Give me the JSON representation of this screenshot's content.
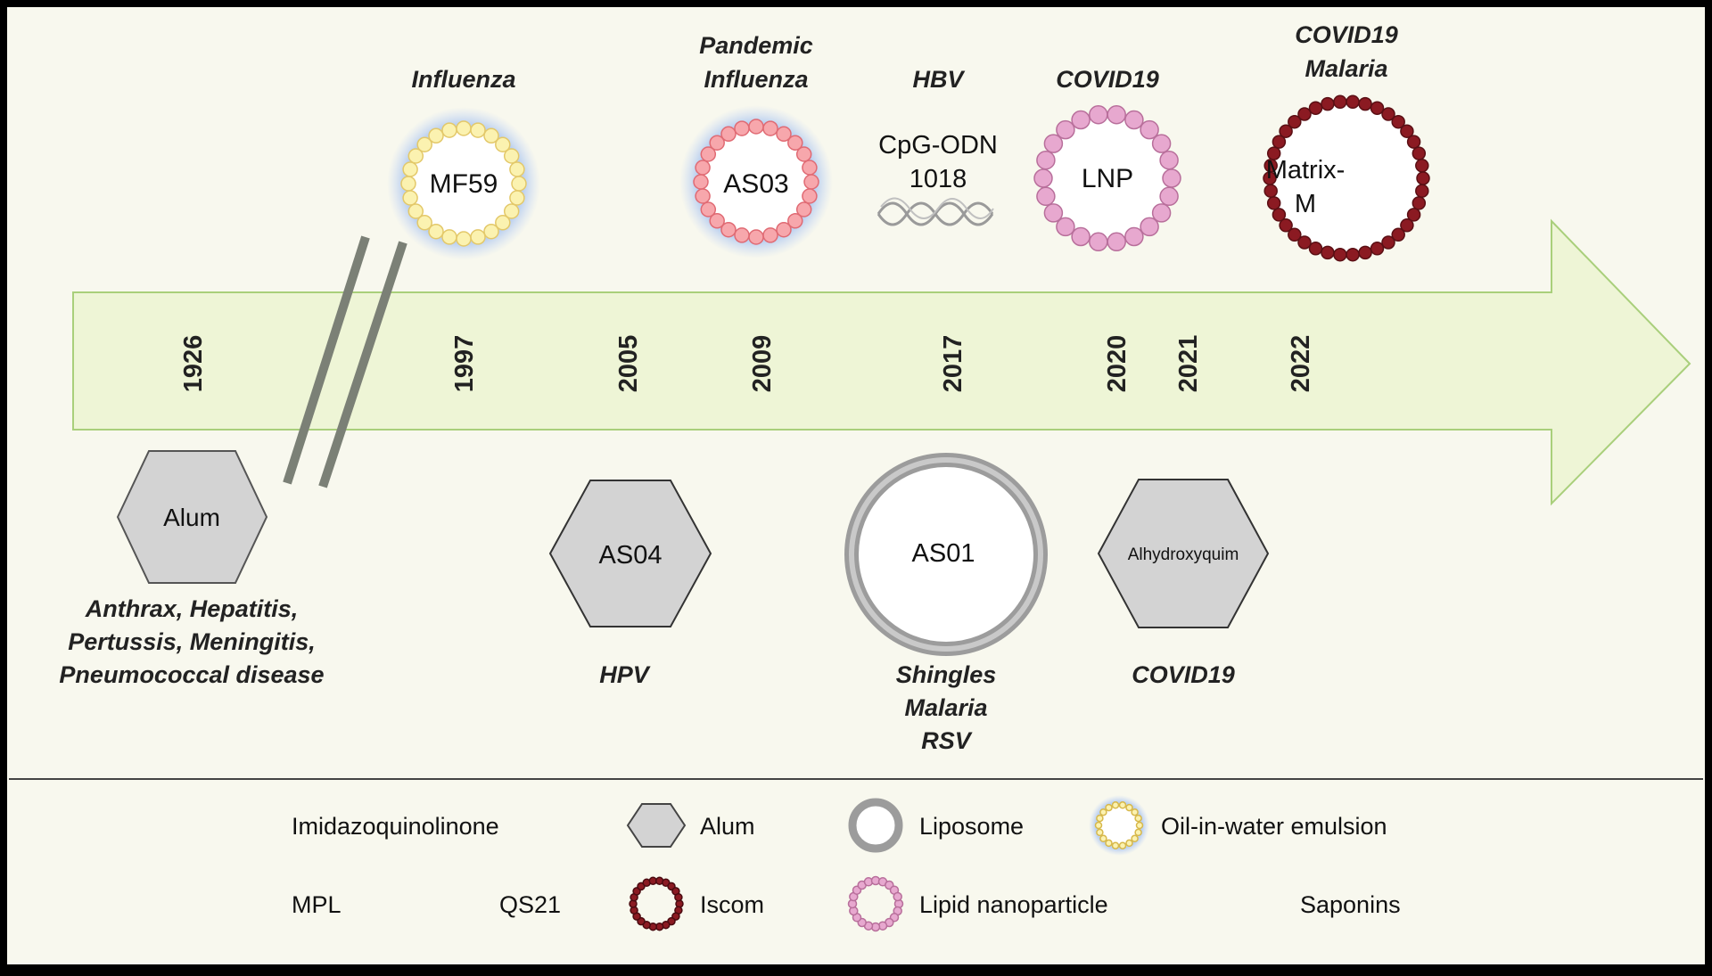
{
  "years": {
    "y1926": "1926",
    "y1997": "1997",
    "y2005": "2005",
    "y2009": "2009",
    "y2017": "2017",
    "y2020": "2020",
    "y2021": "2021",
    "y2022": "2022"
  },
  "top_items": {
    "mf59": {
      "disease": "Influenza",
      "label": "MF59"
    },
    "as03": {
      "disease_line1": "Pandemic",
      "disease_line2": "Influenza",
      "label": "AS03"
    },
    "cpg": {
      "disease": "HBV",
      "label_line1": "CpG-ODN",
      "label_line2": "1018"
    },
    "lnp": {
      "disease": "COVID19",
      "label": "LNP"
    },
    "matrixm": {
      "disease_line1": "COVID19",
      "disease_line2": "Malaria",
      "label_line1": "Matrix-",
      "label_line2": "M"
    }
  },
  "bottom_items": {
    "alum": {
      "label": "Alum",
      "disease_line1": "Anthrax, Hepatitis,",
      "disease_line2": "Pertussis, Meningitis,",
      "disease_line3": "Pneumococcal disease"
    },
    "as04": {
      "label": "AS04",
      "disease": "HPV"
    },
    "as01": {
      "label": "AS01",
      "disease_line1": "Shingles",
      "disease_line2": "Malaria",
      "disease_line3": "RSV"
    },
    "alhydroxyquim": {
      "label": "Alhydroxyquim",
      "disease": "COVID19"
    }
  },
  "legend": {
    "imidazoquinolinone": "Imidazoquinolinone",
    "alum": "Alum",
    "liposome": "Liposome",
    "oil_in_water": "Oil-in-water emulsion",
    "mpl": "MPL",
    "qs21": "QS21",
    "iscom": "Iscom",
    "lipid_nanoparticle": "Lipid nanoparticle",
    "saponins": "Saponins"
  },
  "colors": {
    "background": "#f8f8ee",
    "arrow_fill": "#eef5d6",
    "arrow_stroke": "#a9cf7b",
    "mf59_beads": "#fbf2b0",
    "as03_beads": "#f7a7ac",
    "lnp_beads": "#e7a8cf",
    "iscom_beads": "#8b1a22",
    "saponin": "#a9bfd8",
    "mpl": "#cd5a48",
    "qs21": "#d6a040",
    "imidazoquinolinone": "#f6e634",
    "alum": "#d3d3d3"
  },
  "icons": {
    "imidazoquinolinone": "starburst-icon",
    "mpl": "spiky-star-icon",
    "qs21": "four-point-star-icon",
    "saponins": "four-point-star-icon",
    "alum": "hexagon-icon",
    "liposome": "ring-icon",
    "iscom": "bead-ring-icon",
    "lipid_nanoparticle": "bead-ring-icon",
    "oil_in_water": "glowing-bead-ring-icon"
  }
}
